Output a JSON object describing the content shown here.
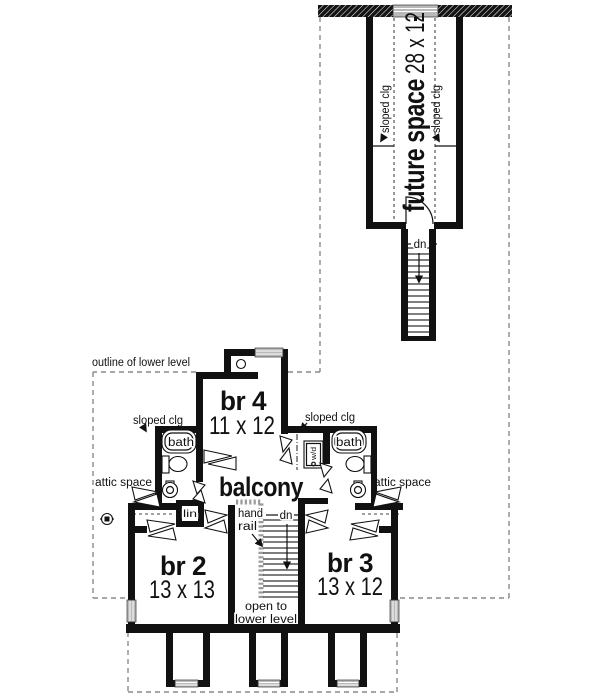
{
  "title": "second floor plan",
  "colors": {
    "wall": "#111111",
    "dash": "#8a8a8a",
    "window": "#b9b9b9",
    "rail": "#9a9a9a",
    "text": "#111111",
    "bg": "#ffffff"
  },
  "future_space": {
    "label": "future space",
    "dims": "28 x 12",
    "sloped_clg_left": "sloped clg",
    "sloped_clg_right": "sloped clg",
    "stairs_down": "dn"
  },
  "outline_label": "outline of lower level",
  "rooms": {
    "br4": {
      "label": "br 4",
      "dims": "11 x 12"
    },
    "br2": {
      "label": "br 2",
      "dims": "13 x 13"
    },
    "br3": {
      "label": "br 3",
      "dims": "13 x 12"
    },
    "balcony": {
      "label": "balcony"
    },
    "bath_left": {
      "label": "bath"
    },
    "bath_right": {
      "label": "bath"
    },
    "linen": {
      "label": "lin"
    },
    "washer_dryer": {
      "label": "w/d"
    }
  },
  "labels": {
    "sloped_clg_left": "sloped clg",
    "sloped_clg_right": "sloped clg",
    "attic_left": "attic space",
    "attic_right": "attic space",
    "handrail_line1": "hand",
    "handrail_line2": "rail",
    "stairs_down": "dn",
    "open_line1": "open to",
    "open_line2": "lower level"
  }
}
